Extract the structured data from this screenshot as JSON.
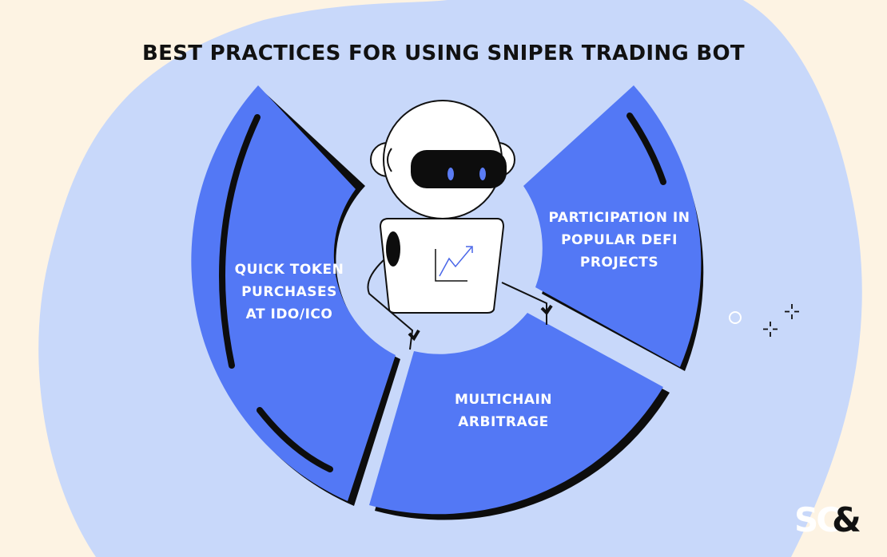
{
  "title": "BEST PRACTICES FOR USING SNIPER TRADING BOT",
  "segments": [
    {
      "label": "QUICK TOKEN PURCHASES AT IDO/ICO"
    },
    {
      "label": "PARTICIPATION IN POPULAR DEFI PROJECTS"
    },
    {
      "label": "MULTICHAIN ARBITRAGE"
    }
  ],
  "logo": {
    "text": "SC",
    "amp": "&"
  },
  "colors": {
    "background": "#fdf3e3",
    "blob": "#c8d8fa",
    "segment": "#5378f5",
    "shadow": "#0d0d0d",
    "robot_visor": "#0d0d0d",
    "robot_eyes": "#5b7cf4"
  },
  "icons": [
    "robot-icon",
    "chart-icon",
    "sparkle-icon",
    "circle-icon"
  ]
}
